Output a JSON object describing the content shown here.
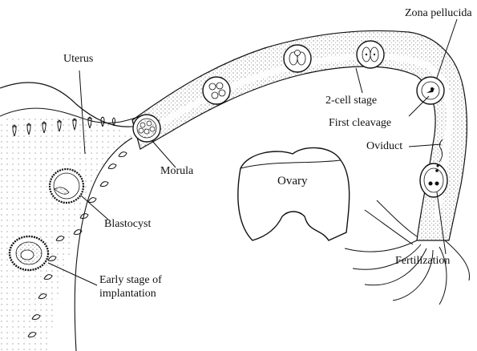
{
  "labels": {
    "zona_pellucida": "Zona pellucida",
    "uterus": "Uterus",
    "two_cell_stage": "2-cell stage",
    "first_cleavage": "First cleavage",
    "oviduct": "Oviduct",
    "morula": "Morula",
    "ovary": "Ovary",
    "blastocyst": "Blastocyst",
    "fertilization": "Fertilization",
    "early_implantation_line1": "Early stage of",
    "early_implantation_line2": "implantation"
  },
  "colors": {
    "ink": "#111111",
    "background": "#ffffff"
  }
}
